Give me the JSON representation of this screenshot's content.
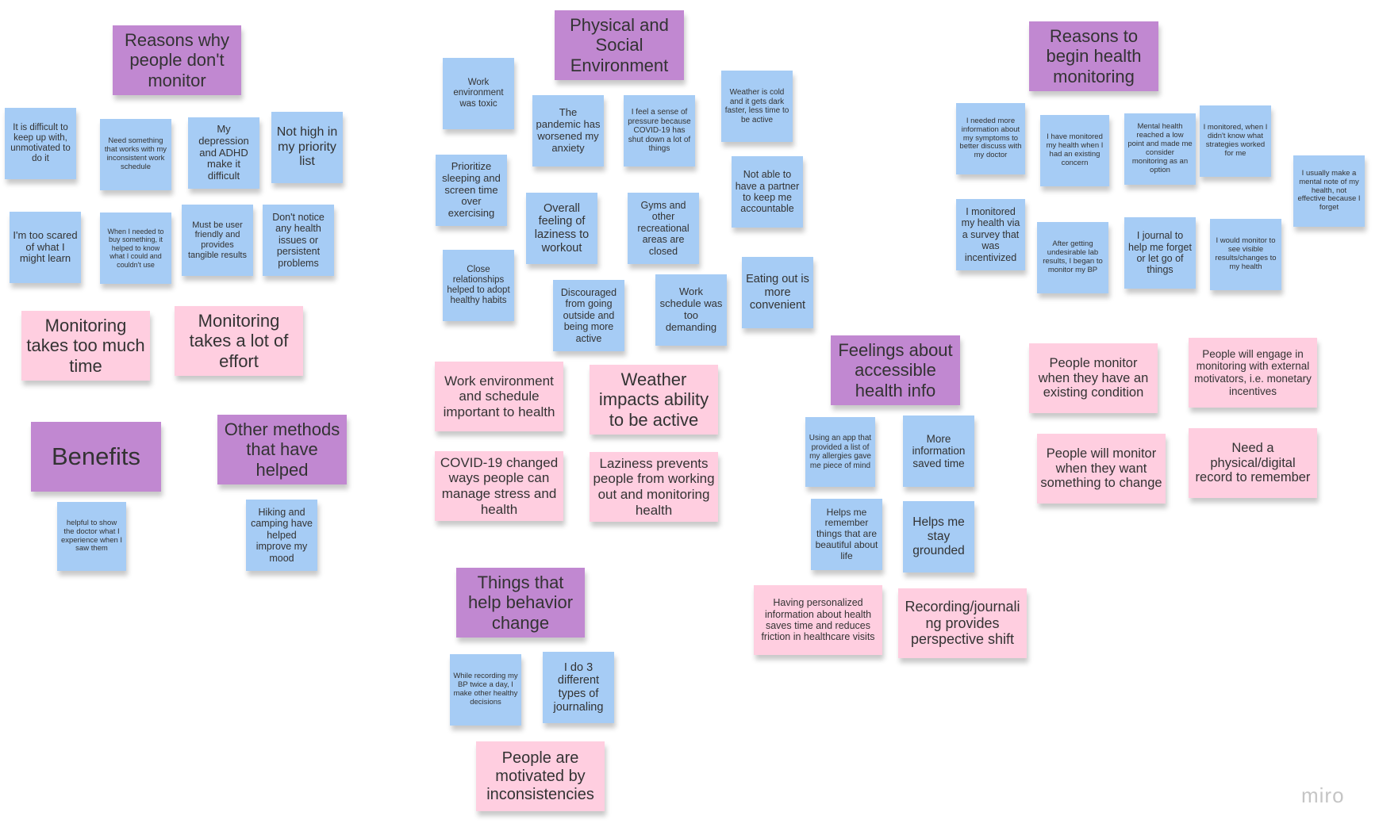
{
  "app": {
    "watermark": "miro"
  },
  "colors": {
    "blue": "#a6ccf5",
    "pink": "#ffcee0",
    "purple": "#c188d1"
  },
  "clusters": {
    "reasons_dont_monitor": {
      "header": "Reasons why people don't monitor",
      "notes": [
        "It is difficult to keep up with, unmotivated to do it",
        "Need something that works with my inconsistent work schedule",
        "My depression and ADHD make it difficult",
        "Not high in my priority list",
        "I'm too scared of what I might learn",
        "When I needed to buy something, it helped to know what I could and couldn't use",
        "Must be user friendly and provides tangible results",
        "Don't notice any health issues or persistent problems"
      ],
      "insights": [
        "Monitoring takes too much time",
        "Monitoring takes a lot of effort"
      ]
    },
    "benefits": {
      "header": "Benefits",
      "notes": [
        "helpful to show the doctor what I experience when I saw them"
      ]
    },
    "other_methods": {
      "header": "Other methods that have helped",
      "notes": [
        "Hiking and camping have helped improve my mood"
      ]
    },
    "physical_social": {
      "header": "Physical and Social Environment",
      "notes": [
        "Work environment was toxic",
        "The pandemic has worsened my anxiety",
        "I feel a sense of pressure because COVID-19 has shut down a lot of things",
        "Weather is cold and it gets dark faster, less time to be active",
        "Prioritize sleeping and screen time over exercising",
        "Overall feeling of laziness to workout",
        "Gyms and other recreational areas are closed",
        "Not able to have a partner to keep me accountable",
        "Close relationships helped to adopt healthy habits",
        "Discouraged from going outside and being more active",
        "Work schedule was too demanding",
        "Eating out is more convenient"
      ],
      "insights": [
        "Work environment and schedule important to health",
        "Weather impacts ability to be active",
        "COVID-19 changed ways people can manage stress and health",
        "Laziness prevents people from working out and monitoring health"
      ]
    },
    "behavior_change": {
      "header": "Things that help behavior change",
      "notes": [
        "While recording my BP twice a day, I make other healthy decisions",
        "I do 3 different types of journaling"
      ],
      "insights": [
        "People are motivated by inconsistencies"
      ]
    },
    "accessible_info": {
      "header": "Feelings about accessible health info",
      "notes": [
        "Using an app that provided a list of my allergies gave me piece of mind",
        "More information saved time",
        "Helps me remember things that are beautiful about life",
        "Helps me stay grounded"
      ],
      "insights": [
        "Having personalized information about health saves time and reduces friction in healthcare visits",
        "Recording/journaling provides perspective shift"
      ]
    },
    "reasons_begin": {
      "header": "Reasons to begin health monitoring",
      "notes": [
        "I needed more information about my symptoms to better discuss with my doctor",
        "I have monitored my health when I had an existing concern",
        "Mental health reached a low point and made me consider monitoring as an option",
        "I monitored, when I didn't know what strategies worked for me",
        "I usually make a mental note of my health, not effective because I forget",
        "I monitored my health via a survey that was incentivized",
        "After getting undesirable lab results, I began to monitor my BP",
        "I journal to help me forget or let go of things",
        "I would monitor to see visible results/changes to my health"
      ],
      "insights": [
        "People monitor when they have an existing condition",
        "People will engage in monitoring with external motivators, i.e. monetary incentives",
        "People will monitor when they want something to change",
        "Need a physical/digital record to remember"
      ]
    }
  }
}
